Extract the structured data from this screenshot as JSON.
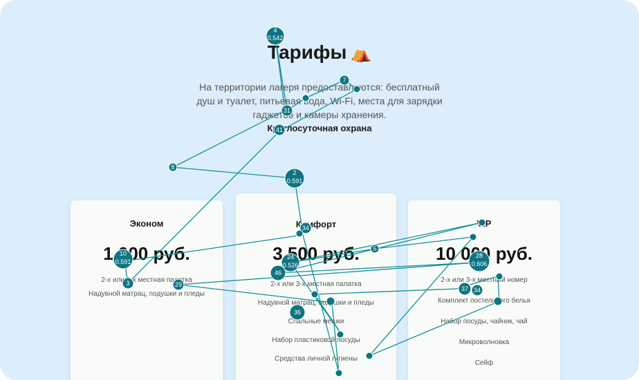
{
  "header": {
    "title": "Тарифы",
    "title_icon": "camping-tent-icon",
    "description": "На территории лагеря предоставляются: бесплатный душ и туалет, питьевая вода, Wi-Fi, места для зарядки гаджетов и камеры хранения.",
    "guard": "Круглосуточная охрана"
  },
  "cards": [
    {
      "name": "Эконом",
      "price": "1 000 руб.",
      "features": [
        "2-х или 3-х местная палатка",
        "Надувной матрац, подушки и пледы"
      ]
    },
    {
      "name": "Комфорт",
      "price": "3 500 руб.",
      "features": [
        "2-х или 3-х местная палатка",
        "Надувной матрац, подушки и пледы",
        "Спальные мешки",
        "Набор пластиковой посуды",
        "Средства личной гигиены"
      ]
    },
    {
      "name": "VIP",
      "price": "10 000 руб.",
      "features": [
        "2-х или 3-х местный номер",
        "Комплект постельного белья",
        "Набор посуды, чайник, чай",
        "Микроволновка",
        "Сейф"
      ]
    }
  ],
  "trace": {
    "color": "#0f7482",
    "line_color": "#168f9a",
    "nodes": [
      {
        "label": "4",
        "sub": "0.542"
      },
      {
        "label": "2",
        "sub": "0.591"
      },
      {
        "label": "10",
        "sub": "0.591"
      },
      {
        "label": "28",
        "sub": "0.606"
      },
      {
        "label": "24",
        "sub": "0.526"
      },
      {
        "label": "46",
        "sub": ""
      },
      {
        "label": "34",
        "sub": ""
      },
      {
        "label": "3",
        "sub": ""
      },
      {
        "label": "36",
        "sub": ""
      },
      {
        "label": "31",
        "sub": ""
      },
      {
        "label": "29",
        "sub": ""
      },
      {
        "label": "37",
        "sub": ""
      },
      {
        "label": "41",
        "sub": ""
      },
      {
        "label": "8",
        "sub": ""
      },
      {
        "label": "5",
        "sub": ""
      },
      {
        "label": "7",
        "sub": ""
      },
      {
        "label": "34",
        "sub": ""
      }
    ]
  }
}
